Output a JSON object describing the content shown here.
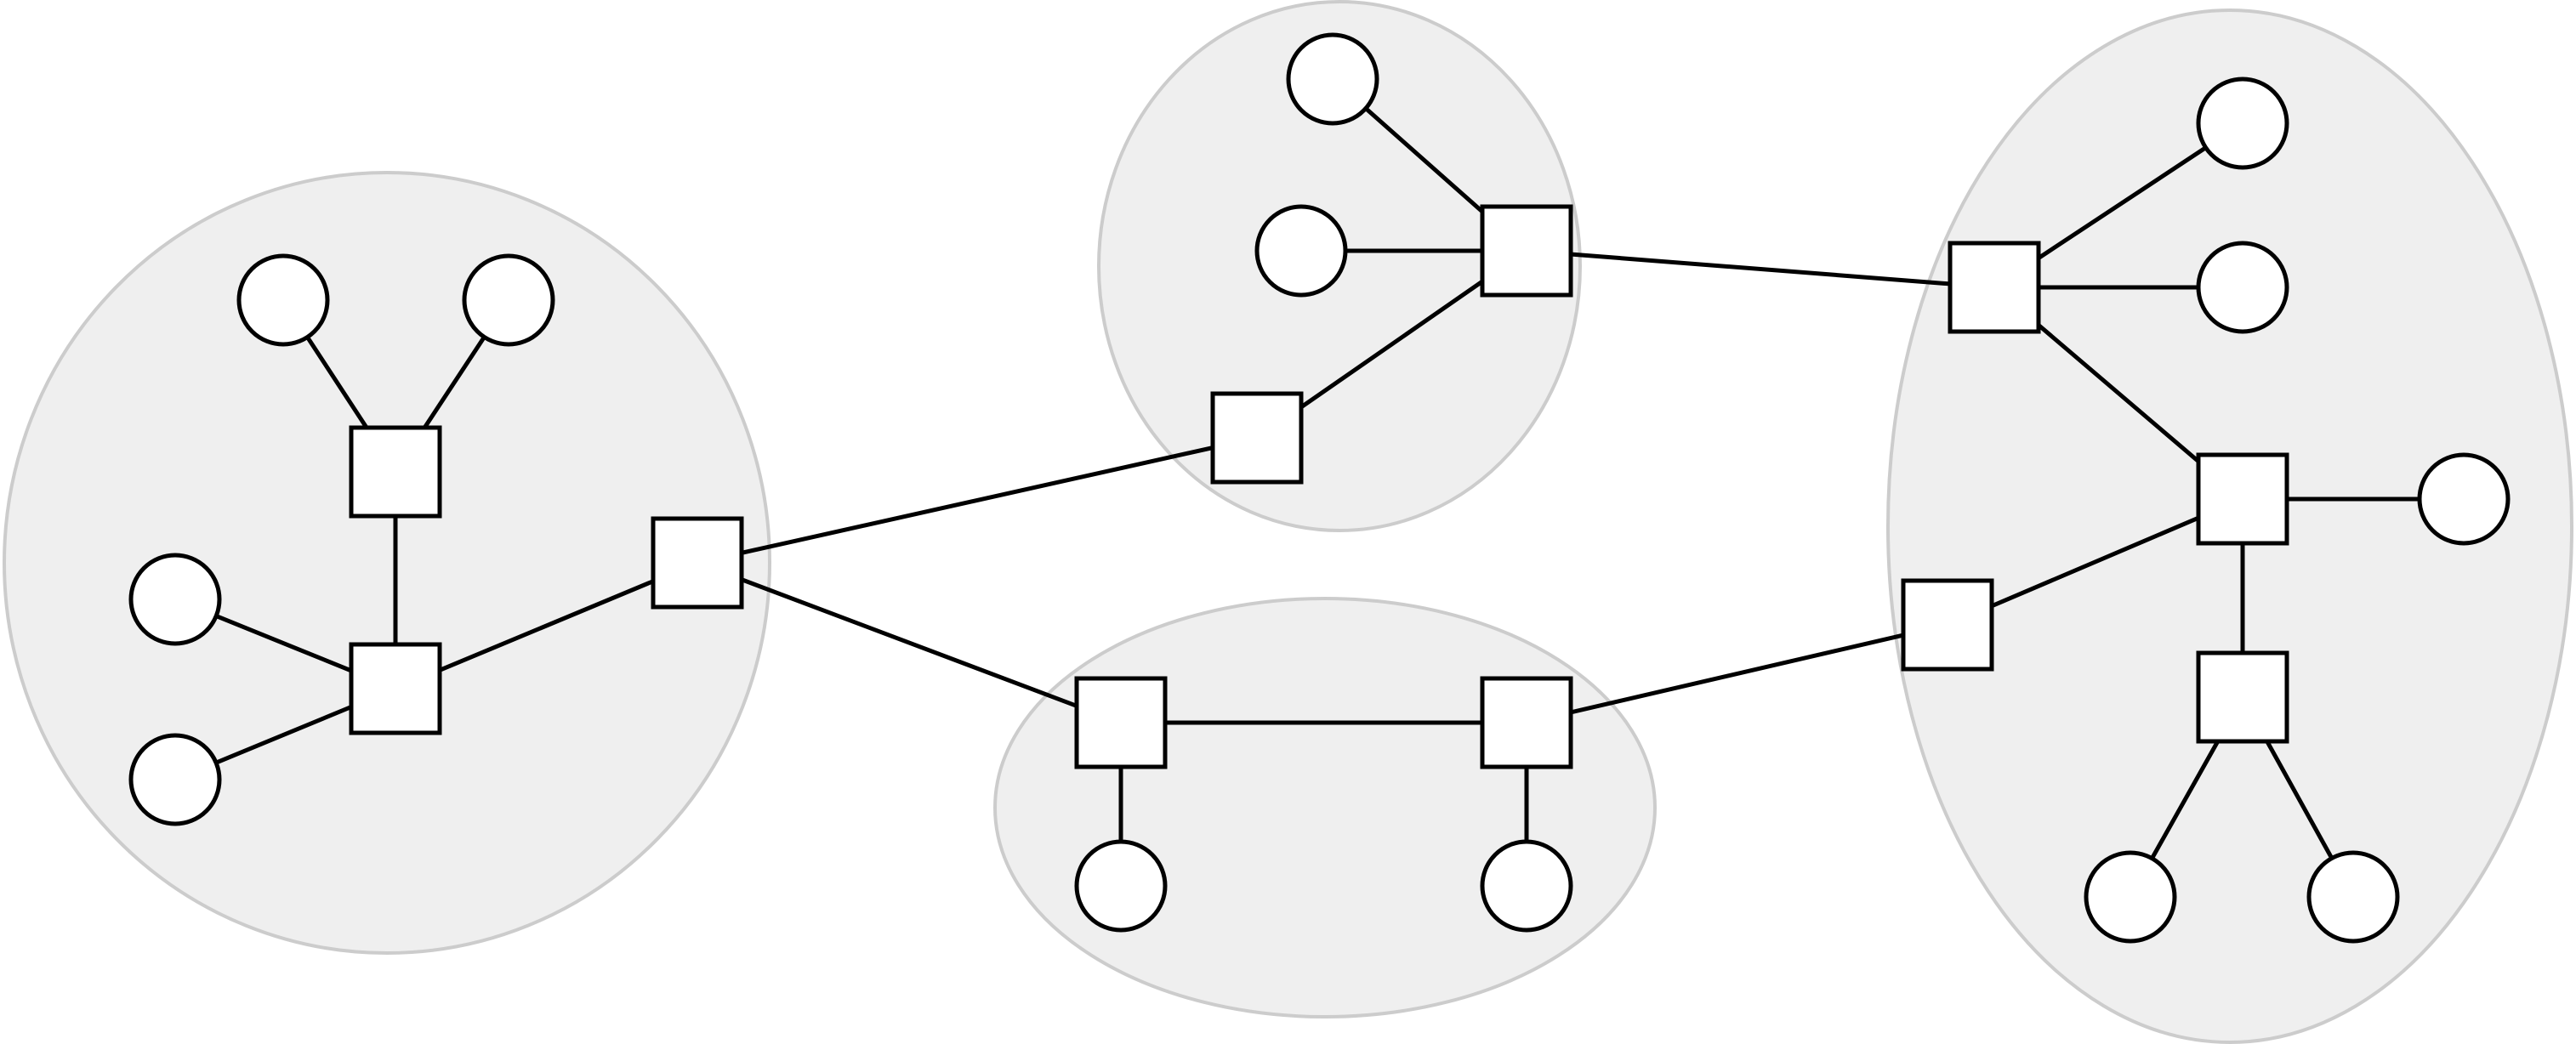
{
  "diagram": {
    "type": "network-topology",
    "colors": {
      "background": "#ffffff",
      "group_fill": "#efefef",
      "group_stroke": "#cccccc",
      "node_stroke": "#000000",
      "node_fill": "#ffffff",
      "edge": "#000000"
    },
    "groups": [
      {
        "id": "g1"
      },
      {
        "id": "g2"
      },
      {
        "id": "g3"
      },
      {
        "id": "g4"
      }
    ],
    "nodes": [
      {
        "id": "s1",
        "shape": "square"
      },
      {
        "id": "s2",
        "shape": "square"
      },
      {
        "id": "s3",
        "shape": "square"
      },
      {
        "id": "c1",
        "shape": "circle"
      },
      {
        "id": "c2",
        "shape": "circle"
      },
      {
        "id": "c3",
        "shape": "circle"
      },
      {
        "id": "c4",
        "shape": "circle"
      },
      {
        "id": "s4",
        "shape": "square"
      },
      {
        "id": "s5",
        "shape": "square"
      },
      {
        "id": "c5",
        "shape": "circle"
      },
      {
        "id": "c6",
        "shape": "circle"
      },
      {
        "id": "s6",
        "shape": "square"
      },
      {
        "id": "s7",
        "shape": "square"
      },
      {
        "id": "c7",
        "shape": "circle"
      },
      {
        "id": "c8",
        "shape": "circle"
      },
      {
        "id": "s8",
        "shape": "square"
      },
      {
        "id": "s9",
        "shape": "square"
      },
      {
        "id": "s10",
        "shape": "square"
      },
      {
        "id": "s11",
        "shape": "square"
      },
      {
        "id": "c9",
        "shape": "circle"
      },
      {
        "id": "c10",
        "shape": "circle"
      },
      {
        "id": "c11",
        "shape": "circle"
      },
      {
        "id": "c12",
        "shape": "circle"
      },
      {
        "id": "c13",
        "shape": "circle"
      }
    ],
    "edges": [
      [
        "c1",
        "s1"
      ],
      [
        "c2",
        "s1"
      ],
      [
        "s1",
        "s2"
      ],
      [
        "c3",
        "s2"
      ],
      [
        "c4",
        "s2"
      ],
      [
        "s2",
        "s3"
      ],
      [
        "s3",
        "s4"
      ],
      [
        "s3",
        "s6"
      ],
      [
        "s4",
        "s5"
      ],
      [
        "c5",
        "s5"
      ],
      [
        "c6",
        "s5"
      ],
      [
        "s5",
        "s8"
      ],
      [
        "s6",
        "s7"
      ],
      [
        "s6",
        "c7"
      ],
      [
        "s7",
        "c8"
      ],
      [
        "s7",
        "s11"
      ],
      [
        "s8",
        "c9"
      ],
      [
        "s8",
        "c10"
      ],
      [
        "s8",
        "s9"
      ],
      [
        "s11",
        "s9"
      ],
      [
        "s9",
        "c11"
      ],
      [
        "s9",
        "s10"
      ],
      [
        "s10",
        "c12"
      ],
      [
        "s10",
        "c13"
      ]
    ]
  }
}
